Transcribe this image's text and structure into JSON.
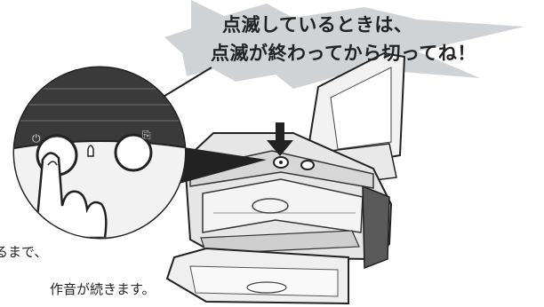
{
  "callout": {
    "line1": "点滅しているときは、",
    "line2": "点滅が終わってから切ってね！"
  },
  "caption": {
    "line1": "るまで、",
    "line2": "作音が続きます。"
  },
  "colors": {
    "ink": "#222222",
    "burst": "#cfd3d6",
    "panel": "#3a3a3a",
    "printer_body": "#e6e6e6"
  }
}
